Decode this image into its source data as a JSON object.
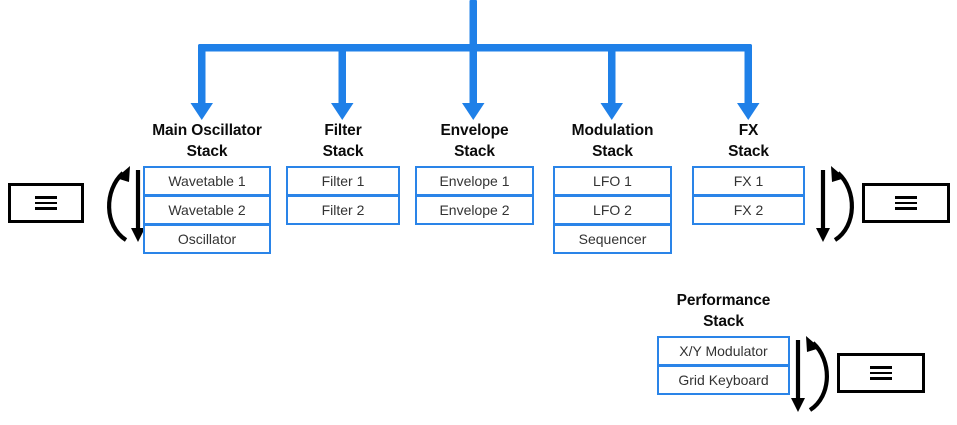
{
  "diagram": {
    "title_colors": {
      "connector_blue": "#1f80e8",
      "box_border_blue": "#2a84e8",
      "text_black": "#0b0b0b",
      "box_text": "#333333",
      "widget_black": "#000000"
    },
    "stacks": [
      {
        "id": "main-oscillator",
        "title_line1": "Main Oscillator",
        "title_line2": "Stack",
        "items": [
          "Wavetable 1",
          "Wavetable 2",
          "Oscillator"
        ]
      },
      {
        "id": "filter",
        "title_line1": "Filter",
        "title_line2": "Stack",
        "items": [
          "Filter 1",
          "Filter 2"
        ]
      },
      {
        "id": "envelope",
        "title_line1": "Envelope",
        "title_line2": "Stack",
        "items": [
          "Envelope 1",
          "Envelope 2"
        ]
      },
      {
        "id": "modulation",
        "title_line1": "Modulation",
        "title_line2": "Stack",
        "items": [
          "LFO 1",
          "LFO 2",
          "Sequencer"
        ]
      },
      {
        "id": "fx",
        "title_line1": "FX",
        "title_line2": "Stack",
        "items": [
          "FX 1",
          "FX 2"
        ]
      },
      {
        "id": "performance",
        "title_line1": "Performance",
        "title_line2": "Stack",
        "items": [
          "X/Y Modulator",
          "Grid Keyboard"
        ]
      }
    ],
    "widgets": {
      "left_menu_icon": "hamburger-menu-icon",
      "right_menu_icon": "hamburger-menu-icon",
      "bottom_menu_icon": "hamburger-menu-icon"
    }
  }
}
